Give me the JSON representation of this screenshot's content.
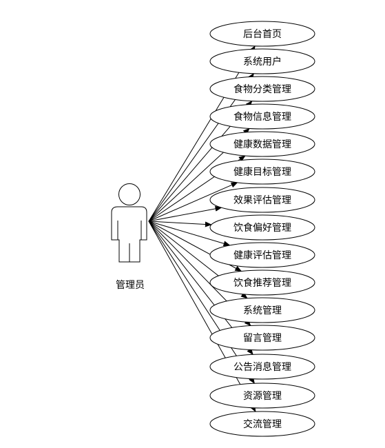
{
  "actor": {
    "label": "管理员",
    "icon": "person-icon"
  },
  "use_cases": [
    {
      "label": "后台首页"
    },
    {
      "label": "系统用户"
    },
    {
      "label": "食物分类管理"
    },
    {
      "label": "食物信息管理"
    },
    {
      "label": "健康数据管理"
    },
    {
      "label": "健康目标管理"
    },
    {
      "label": "效果评估管理"
    },
    {
      "label": "饮食偏好管理"
    },
    {
      "label": "健康评估管理"
    },
    {
      "label": "饮食推荐管理"
    },
    {
      "label": "系统管理"
    },
    {
      "label": "留言管理"
    },
    {
      "label": "公告消息管理"
    },
    {
      "label": "资源管理"
    },
    {
      "label": "交流管理"
    }
  ],
  "colors": {
    "stroke": "#000000",
    "fill": "#ffffff"
  }
}
